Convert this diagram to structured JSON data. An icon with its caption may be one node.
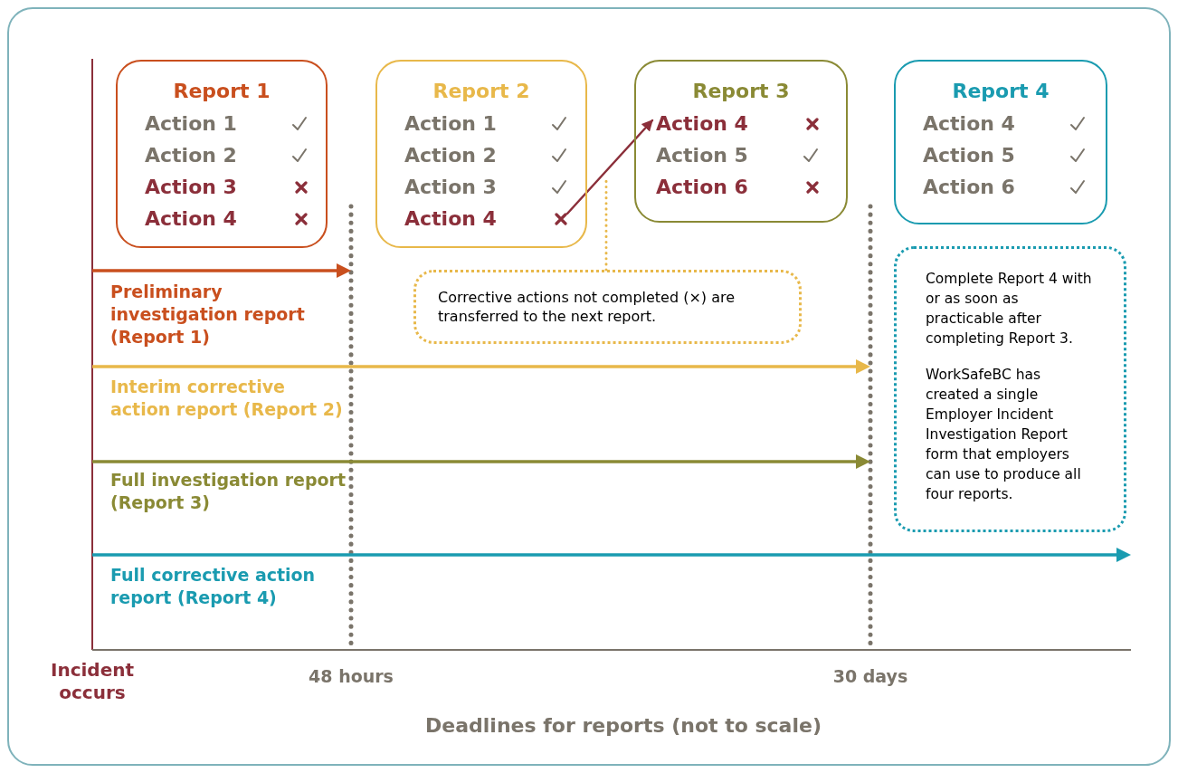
{
  "diagram": {
    "nodes": [
      {
        "text": [
          "Report 1"
        ]
      },
      {
        "text": [
          "Action 1"
        ],
        "in": 0
      },
      {
        "text": [
          "Action 2"
        ],
        "in": 0
      },
      {
        "text": [
          "Action 3"
        ],
        "in": 0
      },
      {
        "text": [
          "Action 4"
        ],
        "in": 0
      },
      {
        "text": [
          "Report 2"
        ]
      },
      {
        "text": [
          "Action 1"
        ],
        "in": 5
      },
      {
        "text": [
          "Action 2"
        ],
        "in": 5
      },
      {
        "text": [
          "Action 3"
        ],
        "in": 5
      },
      {
        "text": [
          "Action 4"
        ],
        "in": 5
      },
      {
        "text": [
          "Report 3"
        ]
      },
      {
        "text": [
          "Action 4"
        ],
        "in": 10
      },
      {
        "text": [
          "Action 5"
        ],
        "in": 10
      },
      {
        "text": [
          "Action 6"
        ],
        "in": 10
      },
      {
        "text": [
          "Report 4"
        ]
      },
      {
        "text": [
          "Action 4"
        ],
        "in": 14
      },
      {
        "text": [
          "Action 5"
        ],
        "in": 14
      },
      {
        "text": [
          "Action 6"
        ],
        "in": 14
      },
      {
        "text": [
          "Complete Report 4 with or as soon as practicable after completing Report 3.",
          "WorkSafeBC has created a single Employer Incident Investigation Report form that employers can use to produce all four reports."
        ]
      },
      {
        "text": [
          "Corrective actions not completed (×) are transferred to the next report."
        ]
      }
    ],
    "edges": [
      {
        "from": 9,
        "to": 11,
        "arrow": "to",
        "color": "#8b2f3a"
      },
      {
        "from": 19,
        "to": null,
        "arrow": "none",
        "style": "dashed",
        "color": "#e8b84a"
      }
    ],
    "labels": [
      "Preliminary investigation report (Report 1)",
      "Interim corrective action report (Report 2)",
      "Full investigation report (Report 3)",
      "Full corrective action report (Report 4)",
      "Incident occurs",
      "48 hours",
      "30 days",
      "Deadlines for reports (not to scale)"
    ]
  }
}
